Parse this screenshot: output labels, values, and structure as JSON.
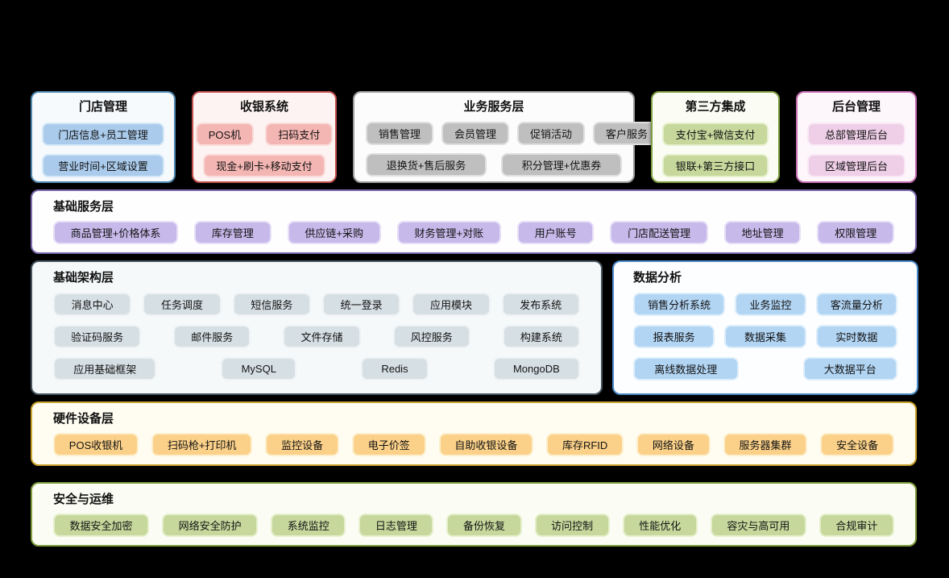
{
  "page": {
    "background": "#000000"
  },
  "colors": {
    "store_blue": {
      "border": "#4e87ae",
      "fill": "#f6fafd",
      "chip": "#aacbec"
    },
    "cashier_red": {
      "border": "#c0504d",
      "fill": "#fdf3f2",
      "chip": "#f4b6b3"
    },
    "business_gray": {
      "border": "#9b9b9b",
      "fill": "#fcfcfc",
      "chip": "#bfbfbf"
    },
    "thirdparty_olive": {
      "border": "#7e9c3e",
      "fill": "#fbfdf4",
      "chip": "#c6d89c"
    },
    "backend_pink": {
      "border": "#c56bb0",
      "fill": "#fdf6fb",
      "chip": "#efcfe8"
    },
    "base_purple": {
      "border": "#7d6aae",
      "fill": "#fefeff",
      "chip": "#c7b9ea"
    },
    "infra_slate": {
      "border": "#46555f",
      "fill": "#f5f9fa",
      "chip": "#d6dfe4"
    },
    "analytics_steelblue": {
      "border": "#4a89c8",
      "fill": "#fdfeff",
      "chip": "#b2d5f4"
    },
    "hardware_gold": {
      "border": "#c9a22c",
      "fill": "#fffdf2",
      "chip": "#fbd189"
    },
    "security_olive": {
      "border": "#7e9c3e",
      "fill": "#fbfdf4",
      "chip": "#c6d89c"
    }
  },
  "top_row": [
    {
      "title": "门店管理",
      "items": [
        "门店信息+员工管理",
        "营业时间+区域设置"
      ]
    },
    {
      "title": "收银系统",
      "items": [
        "POS机",
        "扫码支付",
        "现金+刷卡+移动支付"
      ]
    },
    {
      "title": "业务服务层",
      "row1": [
        "销售管理",
        "会员管理",
        "促销活动",
        "客户服务"
      ],
      "row2": [
        "退换货+售后服务",
        "积分管理+优惠券"
      ]
    },
    {
      "title": "第三方集成",
      "items": [
        "支付宝+微信支付",
        "银联+第三方接口"
      ]
    },
    {
      "title": "后台管理",
      "items": [
        "总部管理后台",
        "区域管理后台"
      ]
    }
  ],
  "base_services": {
    "title": "基础服务层",
    "items": [
      "商品管理+价格体系",
      "库存管理",
      "供应链+采购",
      "财务管理+对账",
      "用户账号",
      "门店配送管理",
      "地址管理",
      "权限管理"
    ]
  },
  "infrastructure": {
    "title": "基础架构层",
    "rows": [
      [
        "消息中心",
        "任务调度",
        "短信服务",
        "统一登录",
        "应用模块",
        "发布系统"
      ],
      [
        "验证码服务",
        "邮件服务",
        "文件存储",
        "风控服务",
        "构建系统"
      ],
      [
        "应用基础框架",
        "MySQL",
        "Redis",
        "MongoDB"
      ]
    ]
  },
  "data_analytics": {
    "title": "数据分析",
    "rows": [
      [
        "销售分析系统",
        "业务监控",
        "客流量分析"
      ],
      [
        "报表服务",
        "数据采集",
        "实时数据"
      ],
      [
        "离线数据处理",
        "大数据平台"
      ]
    ]
  },
  "hardware": {
    "title": "硬件设备层",
    "items": [
      "POS收银机",
      "扫码枪+打印机",
      "监控设备",
      "电子价签",
      "自助收银设备",
      "库存RFID",
      "网络设备",
      "服务器集群",
      "安全设备"
    ]
  },
  "security_ops": {
    "title": "安全与运维",
    "items": [
      "数据安全加密",
      "网络安全防护",
      "系统监控",
      "日志管理",
      "备份恢复",
      "访问控制",
      "性能优化",
      "容灾与高可用",
      "合规审计"
    ]
  }
}
